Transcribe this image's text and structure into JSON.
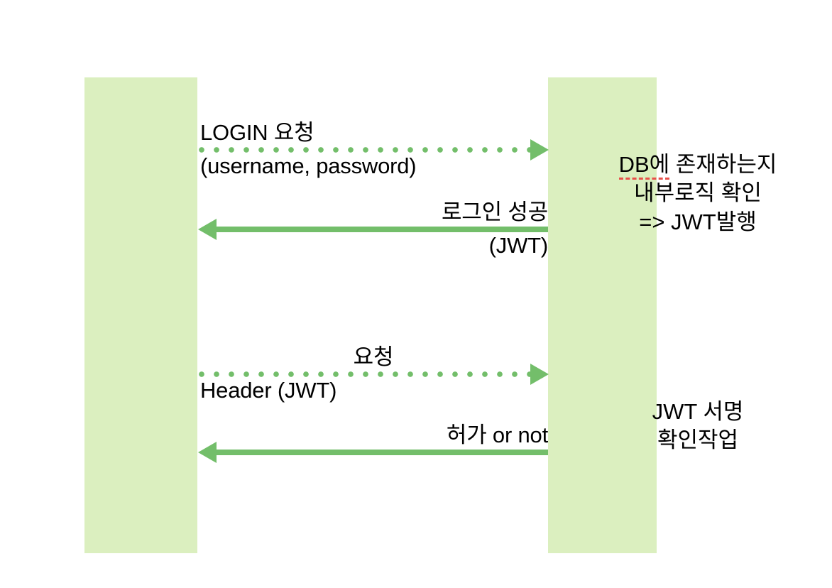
{
  "diagram": {
    "title": "JWT 인증 시퀀스 다이어그램",
    "type": "sequence-diagram",
    "colors": {
      "lifeline_fill": "#dbefbf",
      "arrow": "#73be6a",
      "text": "#000000",
      "spell_error_underline": "#e8504a",
      "background": "#ffffff"
    },
    "lifelines": [
      {
        "id": "client",
        "name": "client-lifeline"
      },
      {
        "id": "server",
        "name": "server-lifeline"
      }
    ],
    "messages": [
      {
        "id": "login-request",
        "direction": "ltr",
        "style": "dotted",
        "label_above": "LOGIN 요청",
        "label_below": "(username, password)",
        "align_above": "left",
        "align_below": "left"
      },
      {
        "id": "login-success",
        "direction": "rtl",
        "style": "solid",
        "label_above": "로그인 성공",
        "label_below": "(JWT)",
        "align_above": "right",
        "align_below": "right"
      },
      {
        "id": "api-request",
        "direction": "ltr",
        "style": "dotted",
        "label_above": "요청",
        "label_below": "Header (JWT)",
        "align_above": "center",
        "align_below": "left"
      },
      {
        "id": "api-response",
        "direction": "rtl",
        "style": "solid",
        "label_above": "허가 or not",
        "label_below": "",
        "align_above": "right",
        "align_below": "right"
      }
    ],
    "notes": [
      {
        "id": "db-check",
        "lines": [
          "DB에 존재하는지",
          "내부로직 확인",
          "=> JWT발행"
        ],
        "spell_error_word": "DB에"
      },
      {
        "id": "jwt-verify",
        "lines": [
          "JWT 서명",
          "확인작업"
        ],
        "spell_error_word": ""
      }
    ]
  }
}
